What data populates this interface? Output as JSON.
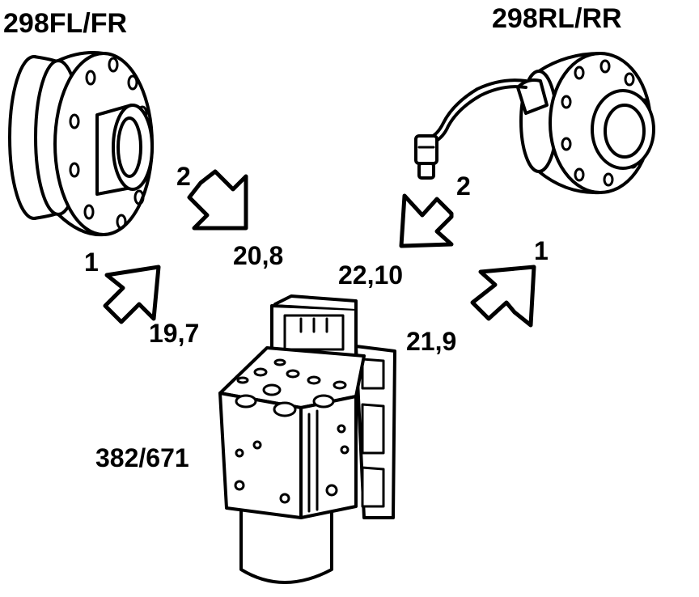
{
  "labels": {
    "front_hub": "298FL/FR",
    "rear_hub": "298RL/RR",
    "front_arrow_1": "1",
    "front_arrow_2": "2",
    "rear_arrow_1": "1",
    "rear_arrow_2": "2",
    "front_conn_in": "19,7",
    "front_conn_out": "20,8",
    "rear_conn_out": "22,10",
    "rear_conn_in": "21,9",
    "module": "382/671"
  },
  "colors": {
    "line": "#000000",
    "fill": "#ffffff"
  }
}
